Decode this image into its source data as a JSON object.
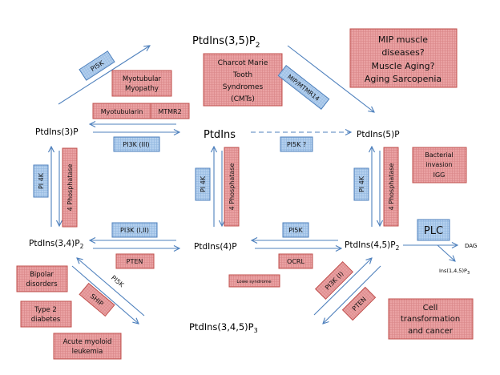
{
  "nodes": {
    "ptdins35p2": {
      "base": "PtdIns(3,5)P",
      "sub": "2"
    },
    "ptdins3p": {
      "base": "PtdIns(3)P"
    },
    "ptdins": {
      "base": "PtdIns"
    },
    "ptdins5p": {
      "base": "PtdIns(5)P"
    },
    "ptdins34p2": {
      "base": "PtdIns(3,4)P",
      "sub": "2"
    },
    "ptdins4p": {
      "base": "PtdIns(4)P"
    },
    "ptdins45p2": {
      "base": "PtdIns(4,5)P",
      "sub": "2"
    },
    "ptdins345p3": {
      "base": "PtdIns(3,4,5)P",
      "sub": "3"
    },
    "dag": {
      "base": "DAG"
    },
    "ins145p3": {
      "base": "Ins(1,4,5)P",
      "sub": "3"
    }
  },
  "enzymes": {
    "pi5k_top": "PI5K",
    "mip_mtmr14": "MIP/MTMR14",
    "myotubularin": "Myotubularin",
    "mtmr2": "MTMR2",
    "pi3k_iii": "PI3K (III)",
    "pi5k_q": "PI5K ?",
    "pi4k_left": "PI 4K",
    "phosphatase_left": "4 Phosphatase",
    "pi4k_mid": "PI 4K",
    "phosphatase_mid": "4 Phosphatase",
    "pi4k_right": "PI 4K",
    "phosphatase_right": "4 Phosphatase",
    "pi3k_i_ii": "PI3K (I,II)",
    "pten_left": "PTEN",
    "pi5k_mid": "PI5K",
    "ocrl": "OCRL",
    "plc": "PLC",
    "pi5k_diag": "PI5K",
    "ship": "SHIP",
    "pi3k_i": "PI3K (I)",
    "pten_right": "PTEN"
  },
  "diseases": {
    "myotubular_myopathy": [
      "Myotubular",
      "Myopathy"
    ],
    "cmt": [
      "Charcot Marie",
      "Tooth",
      "Syndromes",
      "(CMTs)"
    ],
    "mip": [
      "MIP muscle",
      "diseases?",
      "Muscle Aging?",
      "Aging Sarcopenia"
    ],
    "bacterial": [
      "Bacterial",
      "invasion",
      "IGG"
    ],
    "lowe": [
      "Lowe syndrome"
    ],
    "bipolar": [
      "Bipolar",
      "disorders"
    ],
    "diabetes": [
      "Type 2",
      "diabetes"
    ],
    "aml": [
      "Acute myoloid",
      "leukemia"
    ],
    "cancer": [
      "Cell",
      "transformation",
      "and cancer"
    ]
  },
  "colors": {
    "red_fill": "#e8989a",
    "red_stroke": "#c0504d",
    "blue_fill": "#a9c8ea",
    "blue_stroke": "#4f81bd",
    "arrow": "#4f81bd"
  }
}
